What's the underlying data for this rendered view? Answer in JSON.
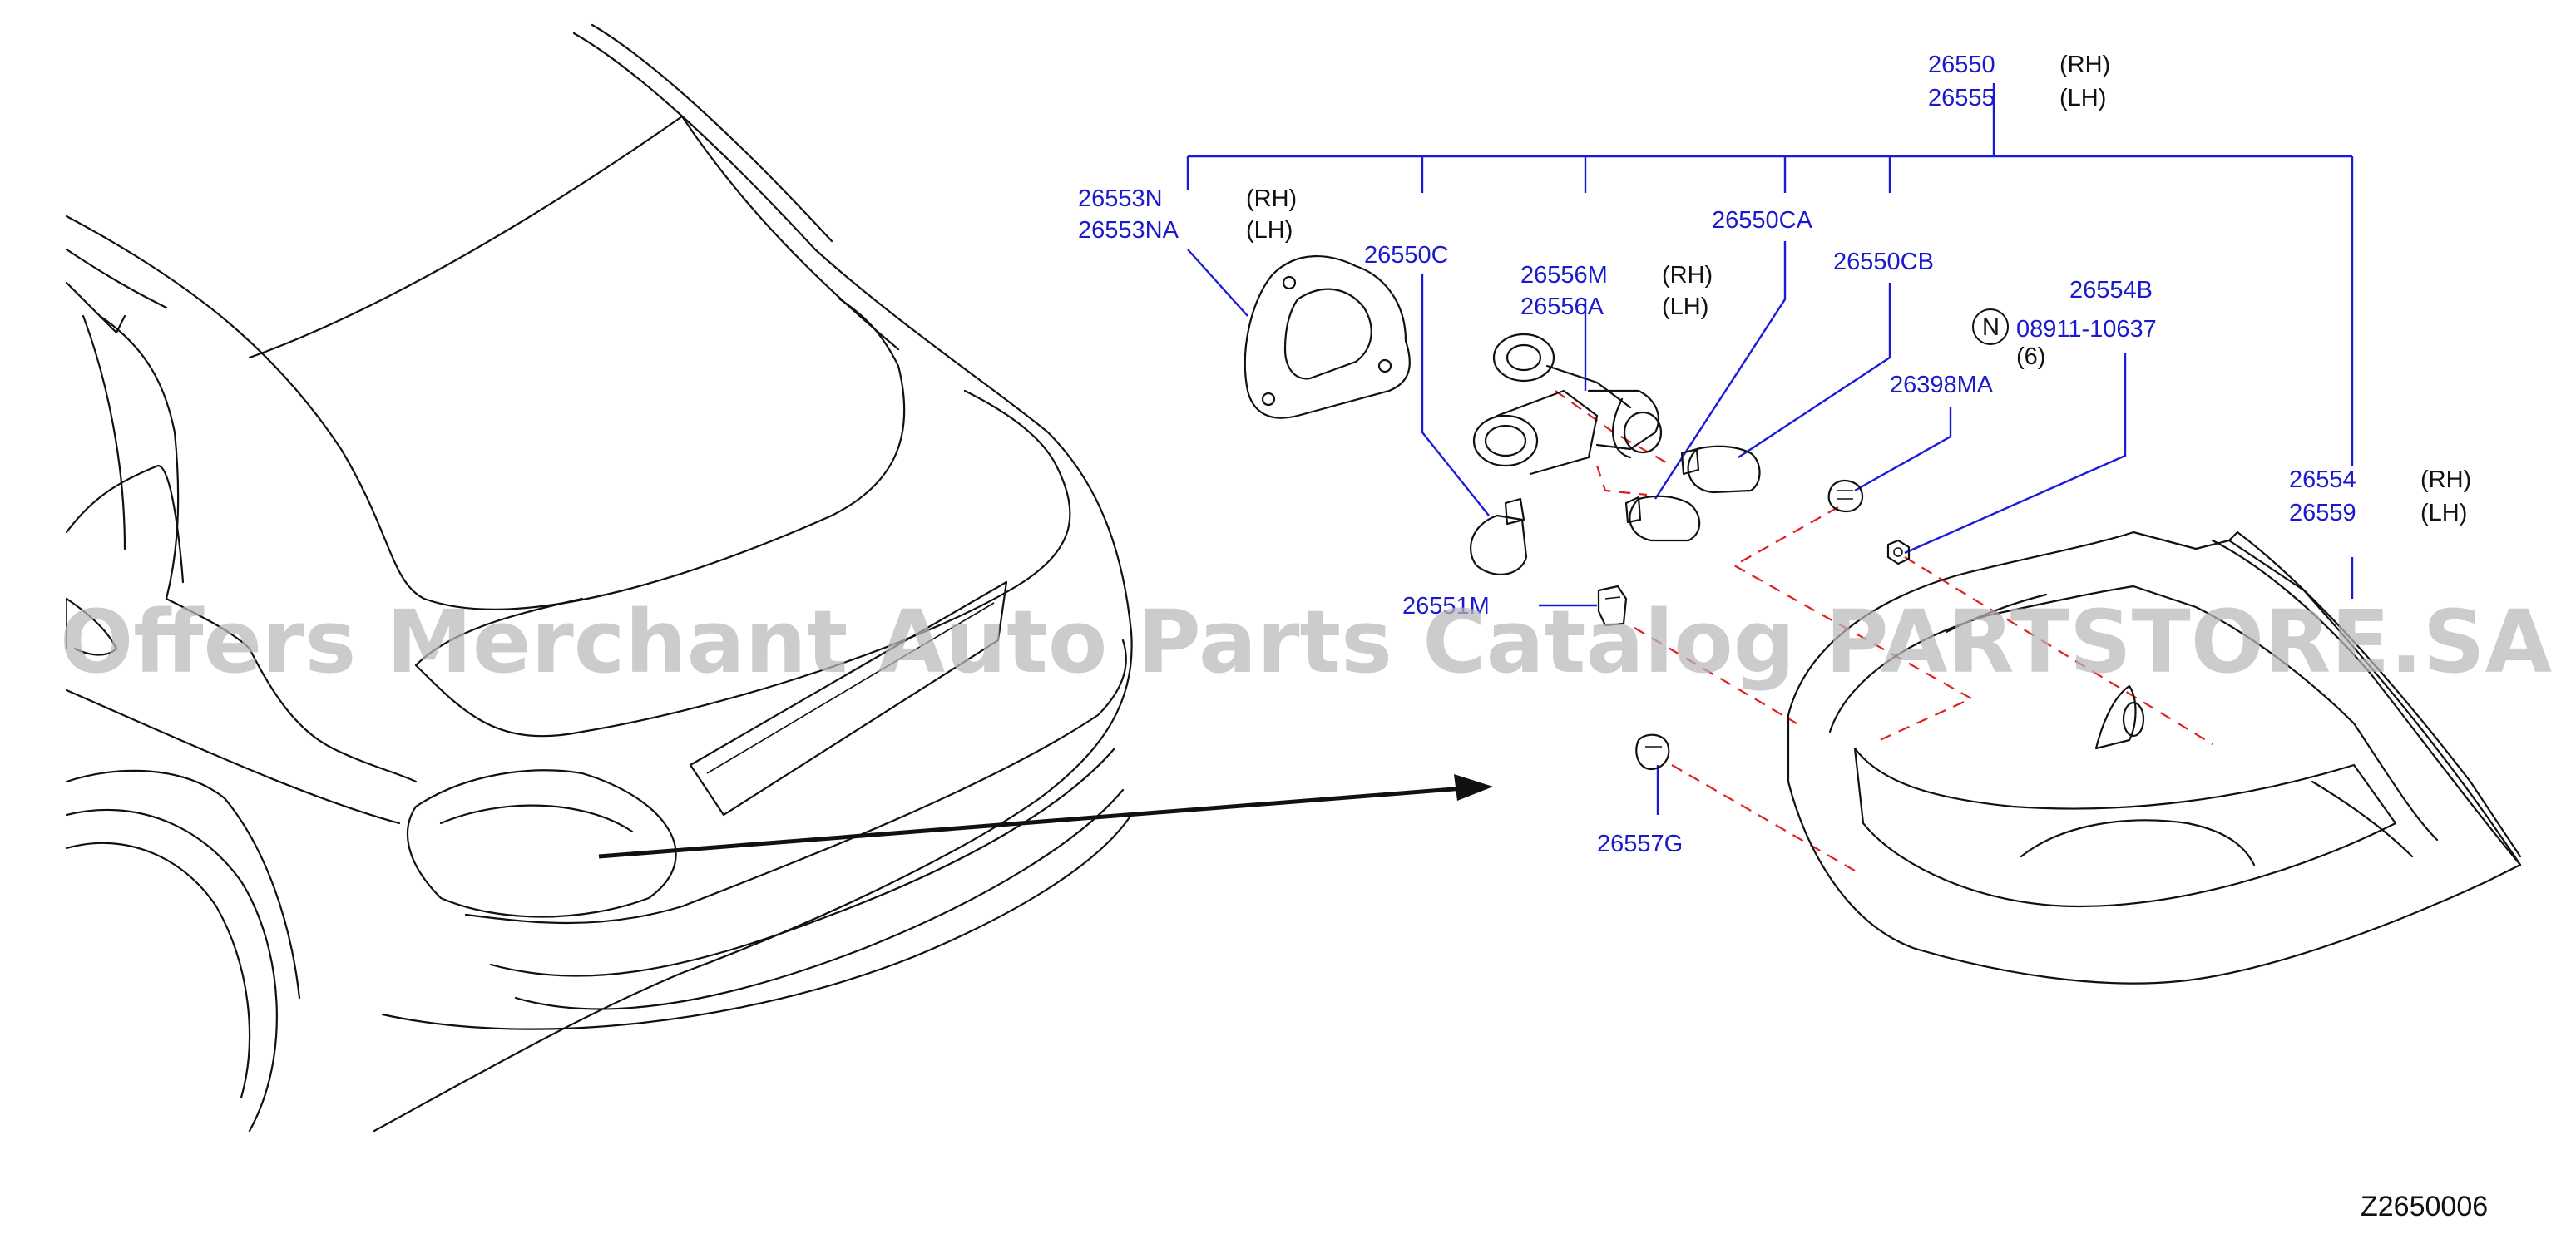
{
  "watermark": "Offers Merchant Auto Parts Catalog PARTSTORE.SA",
  "diagram_code": "Z2650006",
  "callouts": [
    {
      "id": "lamp-assy",
      "numbers": [
        "26550",
        "26555"
      ],
      "sides": [
        "(RH)",
        "(LH)"
      ]
    },
    {
      "id": "gasket",
      "numbers": [
        "26553N",
        "26553NA"
      ],
      "sides": [
        "(RH)",
        "(LH)"
      ]
    },
    {
      "id": "bulb-c",
      "numbers": [
        "26550C"
      ],
      "sides": []
    },
    {
      "id": "socket",
      "numbers": [
        "26556M",
        "26556A"
      ],
      "sides": [
        "(RH)",
        "(LH)"
      ]
    },
    {
      "id": "bulb-ca",
      "numbers": [
        "26550CA"
      ],
      "sides": []
    },
    {
      "id": "bulb-cb",
      "numbers": [
        "26550CB"
      ],
      "sides": []
    },
    {
      "id": "nut",
      "numbers": [
        "26554B",
        "08911-10637"
      ],
      "sides": [
        "(6)"
      ],
      "note_symbol": "N"
    },
    {
      "id": "clip-ma",
      "numbers": [
        "26398MA"
      ],
      "sides": []
    },
    {
      "id": "lens-housing",
      "numbers": [
        "26554",
        "26559"
      ],
      "sides": [
        "(RH)",
        "(LH)"
      ]
    },
    {
      "id": "clip-m",
      "numbers": [
        "26551M"
      ],
      "sides": []
    },
    {
      "id": "clip-g",
      "numbers": [
        "26557G"
      ],
      "sides": []
    }
  ],
  "colors": {
    "callout": "#1a1acc",
    "leader": "#1a1adc",
    "dash": "#e02020",
    "outline": "#111111",
    "watermark": "#b9b9b9"
  }
}
